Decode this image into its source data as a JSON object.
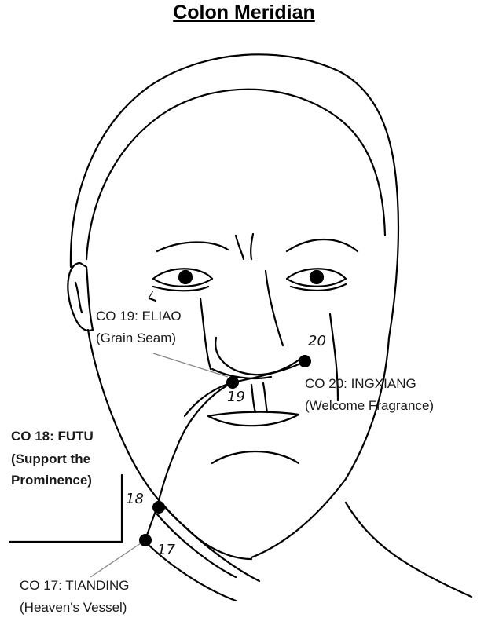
{
  "title": "Colon Meridian",
  "points": [
    {
      "code": "CO 19: ELIAO",
      "name": "(Grain Seam)",
      "number": "19"
    },
    {
      "code": "CO 20: INGXIANG",
      "name": "(Welcome Fragrance)",
      "number": "20"
    },
    {
      "code": "CO 18: FUTU",
      "name": "(Support the",
      "name2": "Prominence)",
      "number": "18"
    },
    {
      "code": "CO 17: TIANDING",
      "name": "(Heaven's Vessel)",
      "number": "17"
    }
  ],
  "marks": {
    "stray": "7"
  }
}
